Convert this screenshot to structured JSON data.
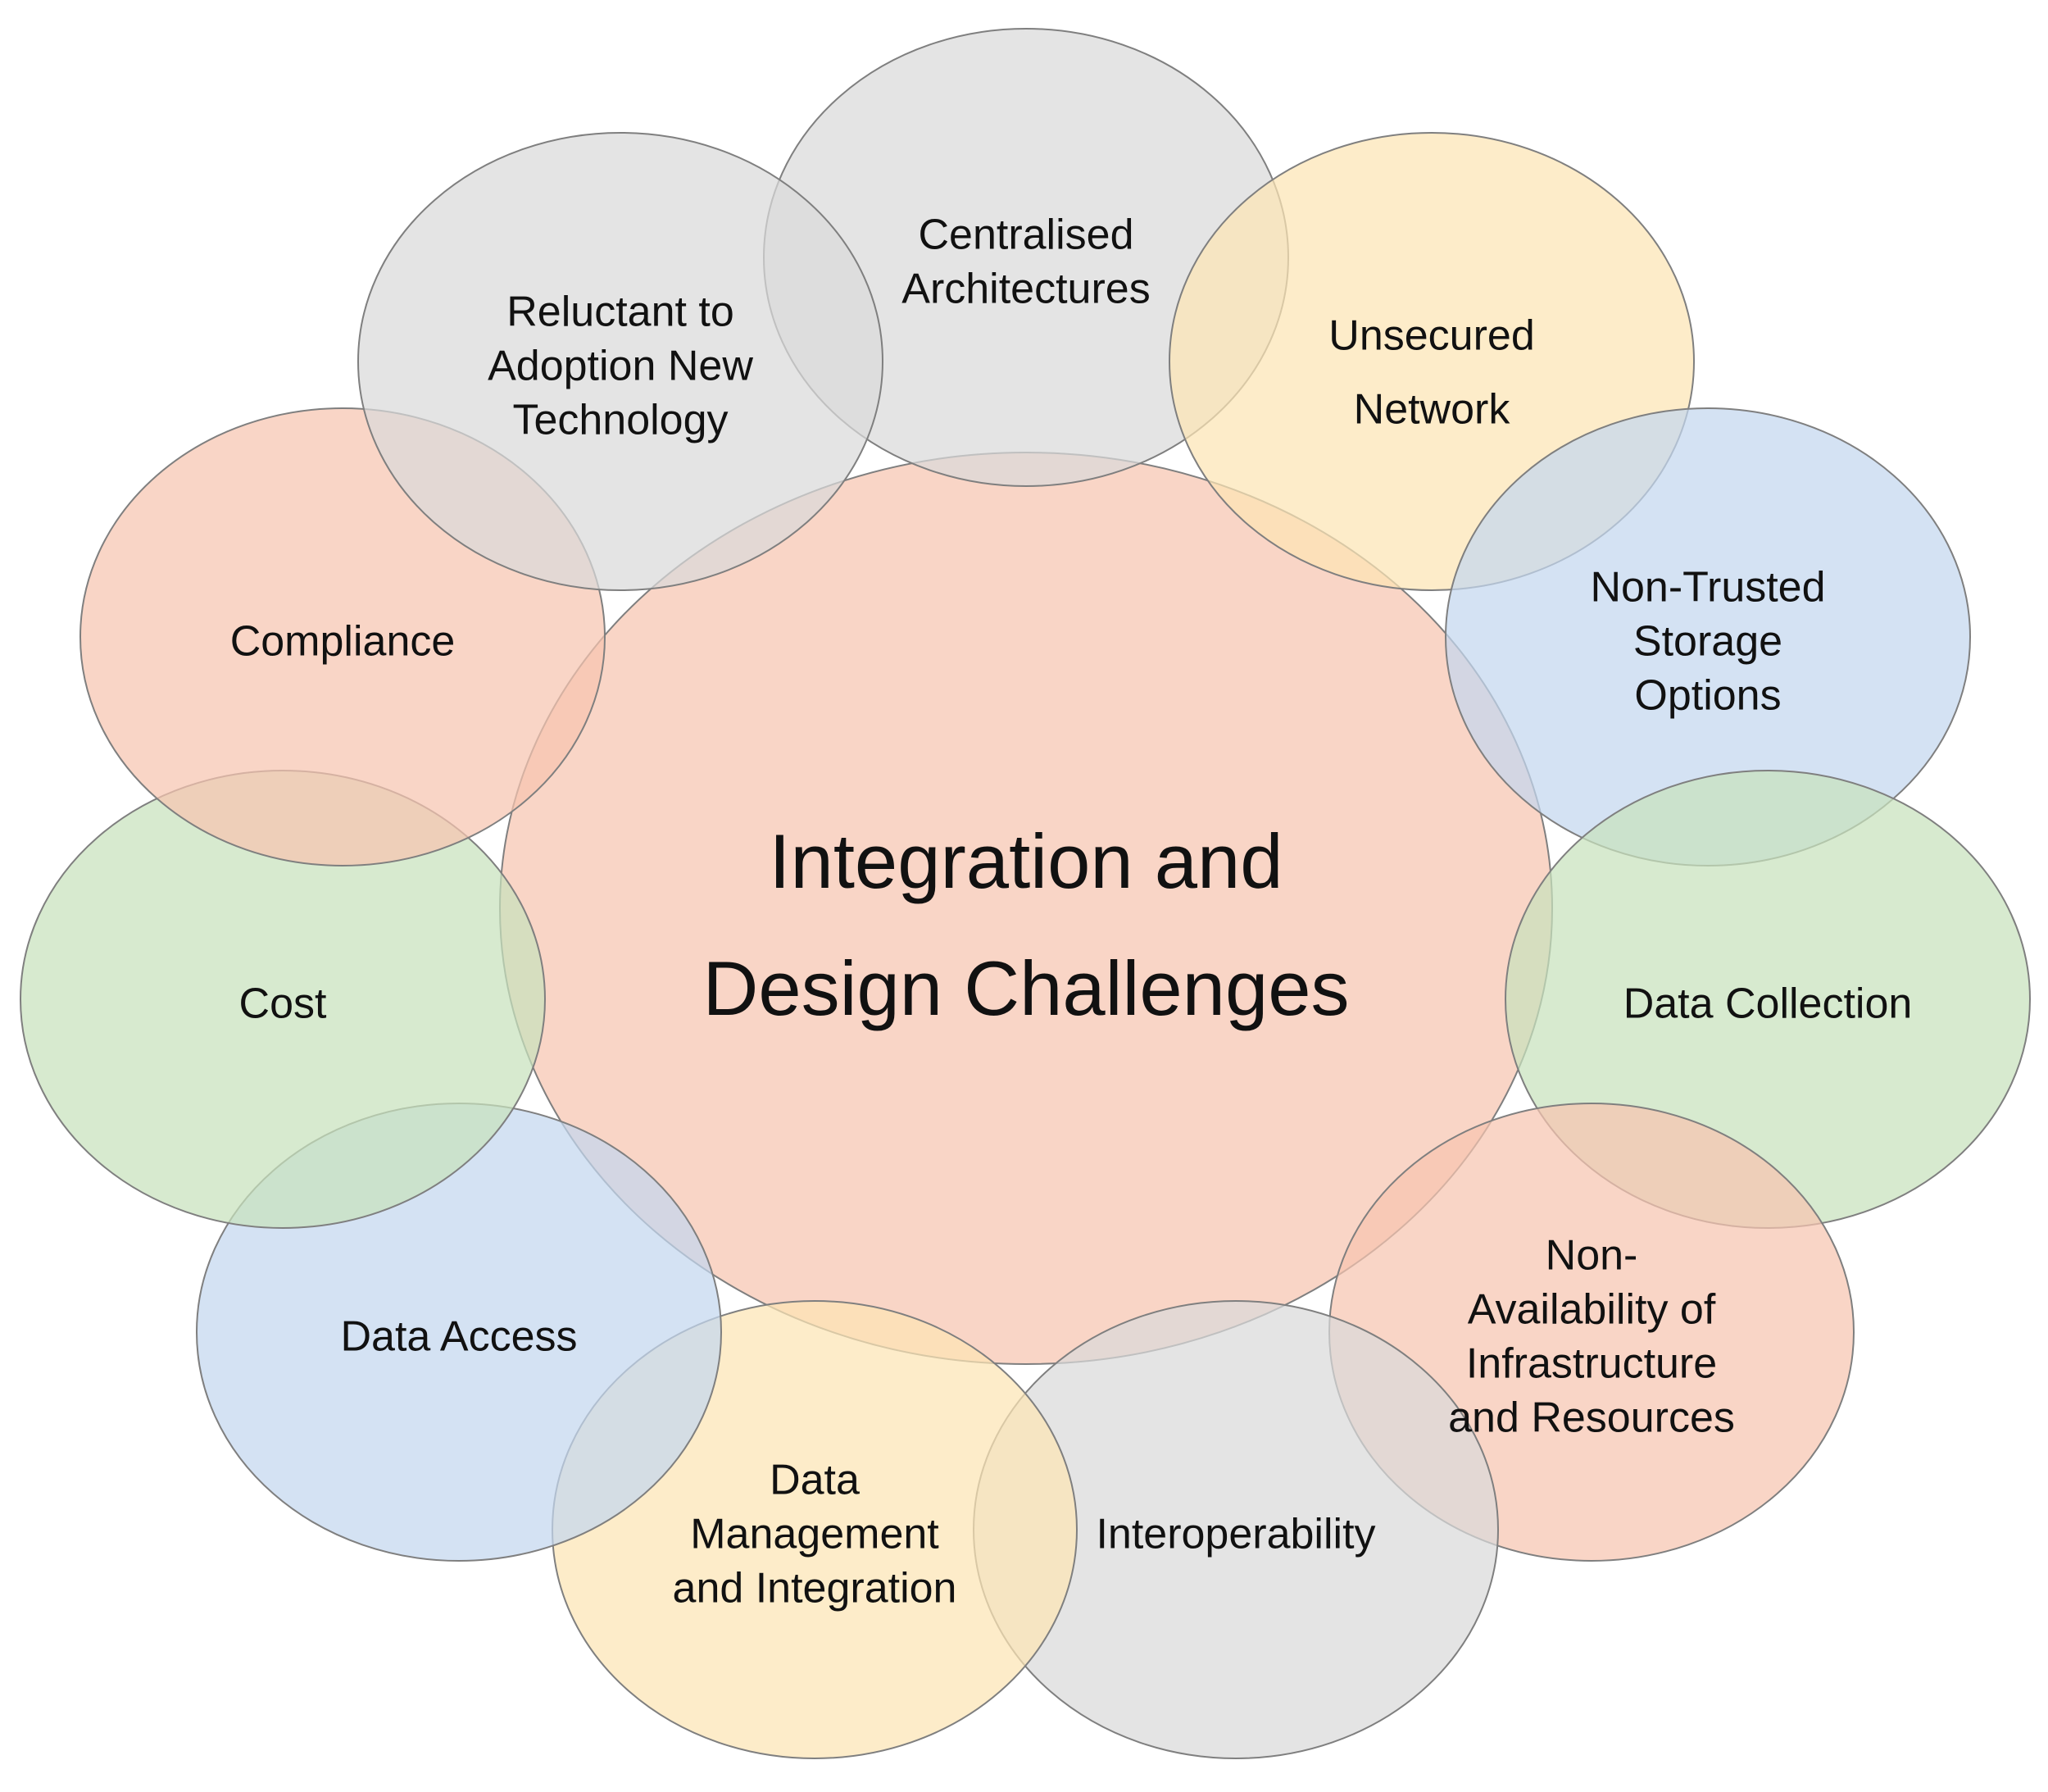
{
  "center": {
    "lines": [
      "Integration and",
      "Design Challenges"
    ],
    "color": "#f6c5b0"
  },
  "bubbles": [
    {
      "key": "centralised-architectures",
      "lines": [
        "Centralised",
        "Architectures"
      ],
      "color": "#d9d9d9"
    },
    {
      "key": "unsecured-network",
      "lines": [
        "Unsecured",
        "Network"
      ],
      "color": "#fce4b4"
    },
    {
      "key": "non-trusted-storage",
      "lines": [
        "Non-Trusted",
        "Storage",
        "Options"
      ],
      "color": "#c3d7ef"
    },
    {
      "key": "data-collection",
      "lines": [
        "Data Collection"
      ],
      "color": "#c8e2bd"
    },
    {
      "key": "non-availability",
      "lines": [
        "Non-",
        "Availability of",
        "Infrastructure",
        "and Resources"
      ],
      "color": "#f6c5b0"
    },
    {
      "key": "interoperability",
      "lines": [
        "Interoperability"
      ],
      "color": "#d9d9d9"
    },
    {
      "key": "data-management",
      "lines": [
        "Data",
        "Management",
        "and Integration"
      ],
      "color": "#fce4b4"
    },
    {
      "key": "data-access",
      "lines": [
        "Data Access"
      ],
      "color": "#c3d7ef"
    },
    {
      "key": "cost",
      "lines": [
        "Cost"
      ],
      "color": "#c8e2bd"
    },
    {
      "key": "compliance",
      "lines": [
        "Compliance"
      ],
      "color": "#f6c5b0"
    },
    {
      "key": "reluctant-adoption",
      "lines": [
        "Reluctant to",
        "Adoption New",
        "Technology"
      ],
      "color": "#d9d9d9"
    }
  ]
}
